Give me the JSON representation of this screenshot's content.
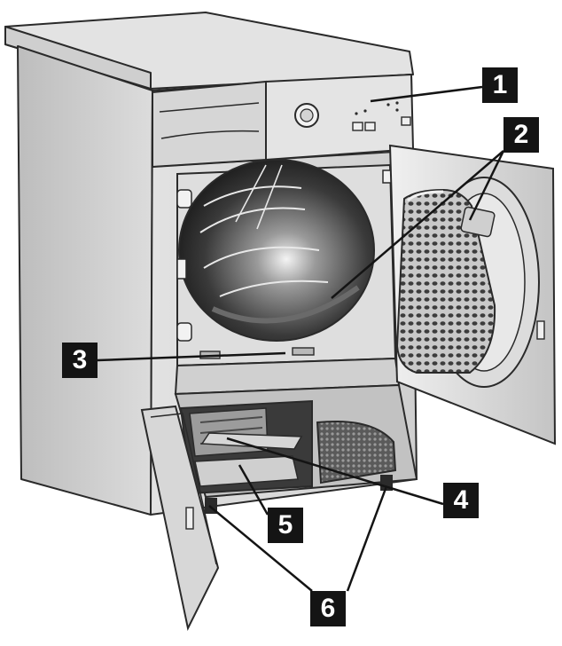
{
  "diagram": {
    "subject": "tumble-dryer-illustration",
    "callouts": [
      {
        "id": "1",
        "label": "1"
      },
      {
        "id": "2",
        "label": "2"
      },
      {
        "id": "3",
        "label": "3"
      },
      {
        "id": "4",
        "label": "4"
      },
      {
        "id": "5",
        "label": "5"
      },
      {
        "id": "6",
        "label": "6"
      }
    ]
  },
  "colors": {
    "outline": "#2a2a2a",
    "body_light": "#e6e6e6",
    "body_mid": "#c8c8c8",
    "body_dark": "#8e8e8e",
    "drum_dark": "#2b2b2b",
    "callout_bg": "#141414",
    "callout_text": "#ffffff"
  }
}
